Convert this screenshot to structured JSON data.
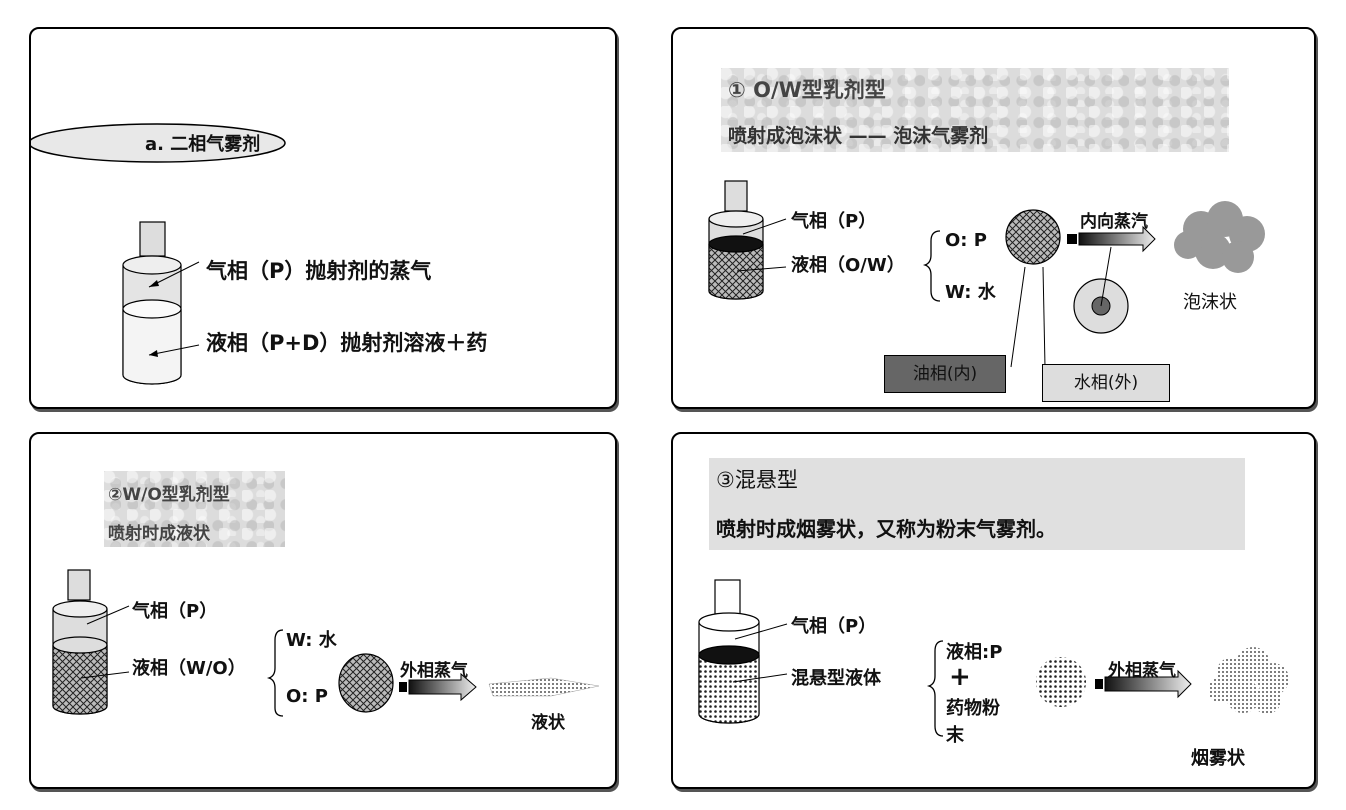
{
  "panel_a": {
    "title": "a.  二相气雾剂",
    "gas_label": "气相（P）抛射剂的蒸气",
    "liquid_label": "液相（P+D）抛射剂溶液＋药"
  },
  "panel_ow": {
    "heading": "① O/W型乳剂型",
    "subheading": "喷射成泡沫状  ——  泡沫气雾剂",
    "gas_label": "气相（P）",
    "liquid_label": "液相（O/W）",
    "o_label": "O: P",
    "w_label": "W: 水",
    "arrow_label": "内向蒸汽",
    "result_label": "泡沫状",
    "oil_box": "油相(内)",
    "water_box": "水相(外)"
  },
  "panel_wo": {
    "heading": "②W/O型乳剂型",
    "subheading": "喷射时成液状",
    "gas_label": "气相（P）",
    "liquid_label": "液相（W/O）",
    "w_label": "W: 水",
    "o_label": "O: P",
    "arrow_label": "外相蒸气",
    "result_label": "液状"
  },
  "panel_susp": {
    "heading": "③混悬型",
    "subheading": "喷射时成烟雾状，又称为粉末气雾剂。",
    "gas_label": "气相（P）",
    "liquid_label": "混悬型液体",
    "comp1": "液相:P",
    "plus": "+",
    "comp2_line1": "药物粉",
    "comp2_line2": "末",
    "arrow_label": "外相蒸气",
    "result_label": "烟雾状"
  }
}
